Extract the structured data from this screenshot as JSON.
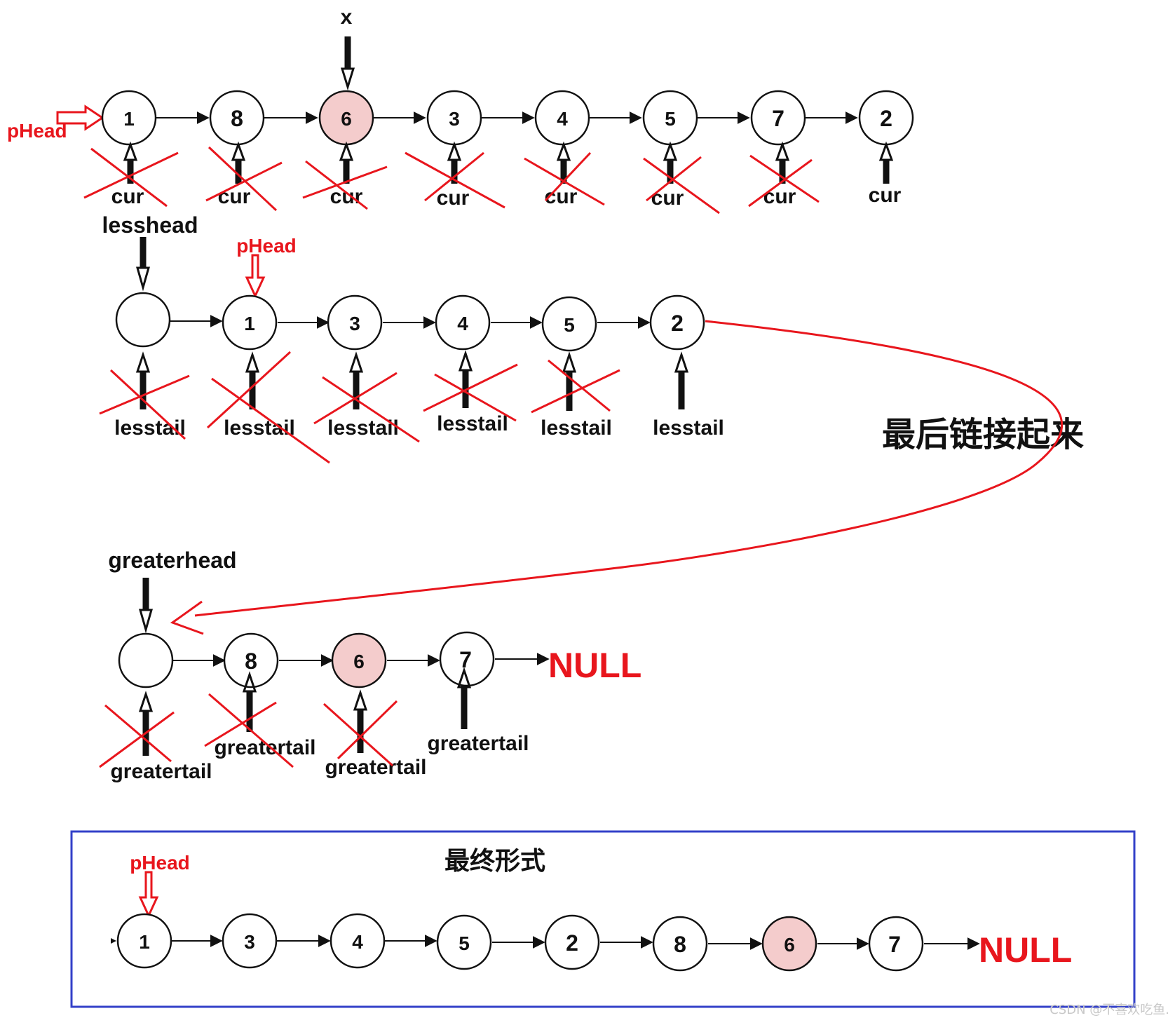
{
  "colors": {
    "node_fill": "#ffffff",
    "node_highlight_fill": "#f4cccc",
    "stroke": "#111111",
    "annotation_red": "#e8161d",
    "frame_blue": "#3340c8"
  },
  "row1": {
    "values": [
      "1",
      "8",
      "6",
      "3",
      "4",
      "5",
      "7",
      "2"
    ],
    "highlight_index": 2,
    "cur_label": "cur",
    "x_label": "x",
    "phead_label": "pHead"
  },
  "row2": {
    "values": [
      "",
      "1",
      "3",
      "4",
      "5",
      "2"
    ],
    "head_label": "lesshead",
    "tail_label": "lesstail",
    "phead_label": "pHead",
    "connect_note": "最后链接起来"
  },
  "row3": {
    "values": [
      "",
      "8",
      "6",
      "7"
    ],
    "highlight_index": 2,
    "head_label": "greaterhead",
    "tail_label": "greatertail",
    "null_label": "NULL"
  },
  "final": {
    "title": "最终形式",
    "values": [
      "1",
      "3",
      "4",
      "5",
      "2",
      "8",
      "6",
      "7"
    ],
    "highlight_index": 6,
    "phead_label": "pHead",
    "null_label": "NULL"
  },
  "watermark": "CSDN @不喜欢吃鱼."
}
